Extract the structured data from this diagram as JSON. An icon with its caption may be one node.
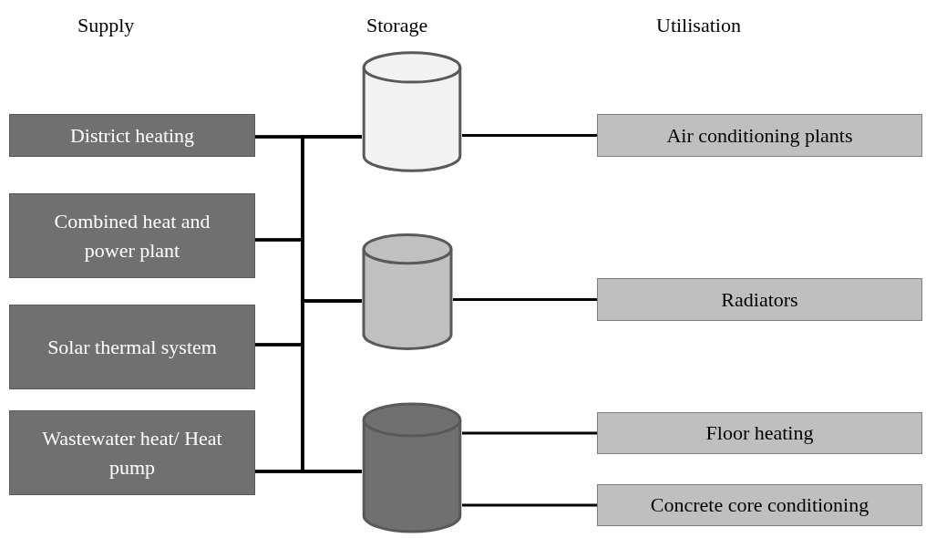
{
  "diagram": {
    "nodes": [
      {
        "text": [
          "District heating"
        ]
      },
      {
        "text": [
          "Combined heat and power plant"
        ]
      },
      {
        "text": [
          "Solar thermal system"
        ]
      },
      {
        "text": [
          "Wastewater heat/ Heat pump"
        ]
      },
      {
        "text": [],
        "shape": "cylinder"
      },
      {
        "text": [],
        "shape": "cylinder"
      },
      {
        "text": [],
        "shape": "cylinder"
      },
      {
        "text": [
          "Air conditioning plants"
        ]
      },
      {
        "text": [
          "Radiators"
        ]
      },
      {
        "text": [
          "Floor heating"
        ]
      },
      {
        "text": [
          "Concrete core conditioning"
        ]
      }
    ],
    "edges": [
      {
        "from": 0,
        "to": 4,
        "arrow": "none"
      },
      {
        "from": 0,
        "to": 5,
        "arrow": "none"
      },
      {
        "from": 0,
        "to": 6,
        "arrow": "none"
      },
      {
        "from": 1,
        "to": 4,
        "arrow": "none"
      },
      {
        "from": 1,
        "to": 5,
        "arrow": "none"
      },
      {
        "from": 1,
        "to": 6,
        "arrow": "none"
      },
      {
        "from": 2,
        "to": 4,
        "arrow": "none"
      },
      {
        "from": 2,
        "to": 5,
        "arrow": "none"
      },
      {
        "from": 2,
        "to": 6,
        "arrow": "none"
      },
      {
        "from": 3,
        "to": 4,
        "arrow": "none"
      },
      {
        "from": 3,
        "to": 5,
        "arrow": "none"
      },
      {
        "from": 3,
        "to": 6,
        "arrow": "none"
      },
      {
        "from": 4,
        "to": 7,
        "arrow": "none"
      },
      {
        "from": 5,
        "to": 8,
        "arrow": "none"
      },
      {
        "from": 6,
        "to": 9,
        "arrow": "none"
      },
      {
        "from": 6,
        "to": 10,
        "arrow": "none"
      }
    ],
    "labels": [
      "Supply",
      "Storage",
      "Utilisation"
    ]
  }
}
